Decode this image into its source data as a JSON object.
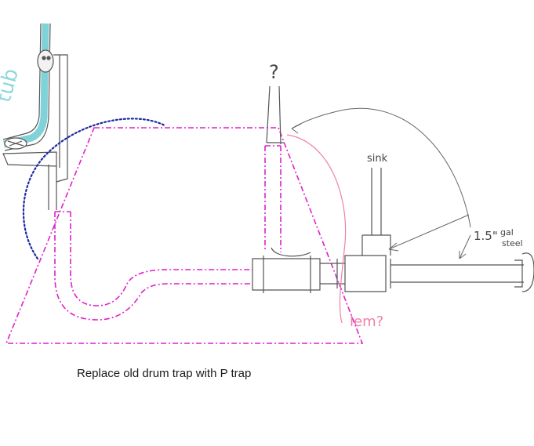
{
  "labels": {
    "tub": "tub",
    "sink": "sink",
    "pipe_size": "1.5\"",
    "pipe_material": "gal",
    "pipe_material_2": "steel",
    "problem": "lem?",
    "question": "?"
  },
  "caption": "Replace old drum trap with P trap",
  "colors": {
    "pencil": "#555555",
    "tub_water": "#7fd3d8",
    "new_trap": "#e020c8",
    "old_drum": "#1c2aa0",
    "pink_arc": "#f080a8"
  }
}
